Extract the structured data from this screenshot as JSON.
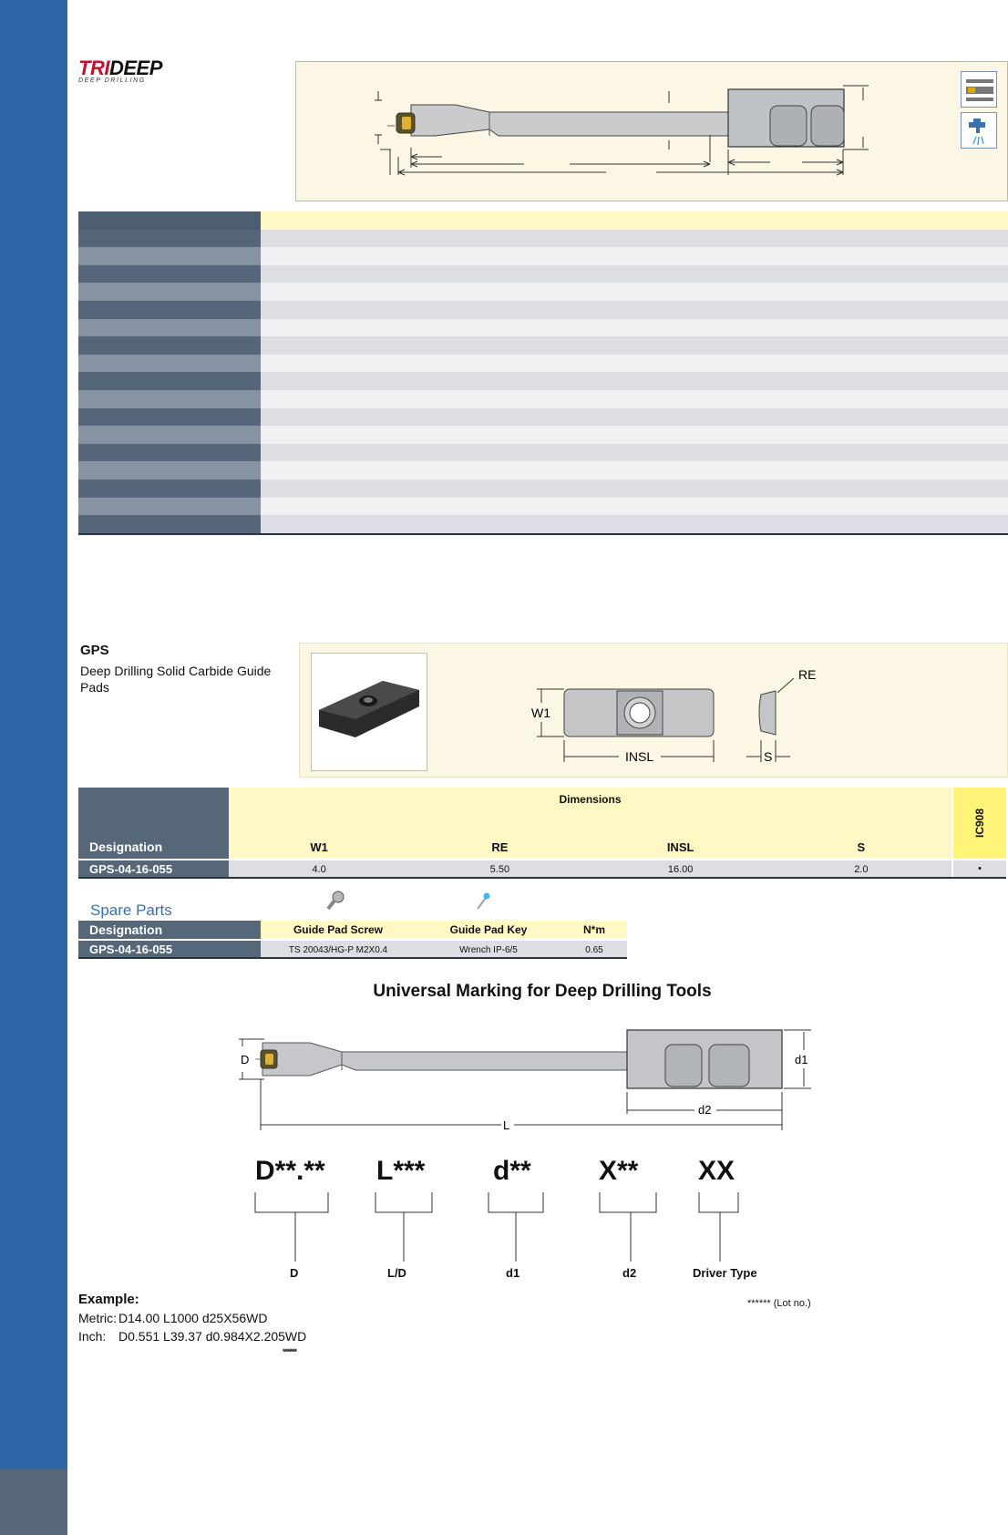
{
  "brand": {
    "logo_red": "TRI",
    "logo_black": "DEEP",
    "logo_sub": "DEEP DRILLING"
  },
  "gps": {
    "code": "GPS",
    "description": "Deep Drilling Solid Carbide Guide Pads",
    "diagram_labels": {
      "w1": "W1",
      "re": "RE",
      "insl": "INSL",
      "s": "S"
    }
  },
  "dimensions_table": {
    "designation_header": "Designation",
    "dimensions_header": "Dimensions",
    "columns": [
      "W1",
      "RE",
      "INSL",
      "S"
    ],
    "grade_header": "IC908",
    "rows": [
      {
        "designation": "GPS-04-16-055",
        "values": [
          "4.0",
          "5.50",
          "16.00",
          "2.0"
        ],
        "grade_mark": "•"
      }
    ]
  },
  "spare_parts": {
    "title": "Spare Parts",
    "headers": [
      "Designation",
      "Guide Pad Screw",
      "Guide Pad Key",
      "N*m"
    ],
    "rows": [
      {
        "designation": "GPS-04-16-055",
        "screw": "TS 20043/HG-P M2X0.4",
        "key": "Wrench IP-6/5",
        "torque": "0.65"
      }
    ]
  },
  "marking": {
    "title": "Universal Marking for Deep Drilling Tools",
    "drawing_labels": {
      "D": "D",
      "d1": "d1",
      "L": "L",
      "d2": "d2"
    },
    "code_parts": [
      "D**.**",
      "L***",
      "d**",
      "X**",
      "XX"
    ],
    "code_labels": [
      "D",
      "L/D",
      "d1",
      "d2",
      "Driver Type"
    ],
    "example_title": "Example:",
    "metric_label": "Metric:",
    "metric_value": "D14.00 L1000 d25X56WD",
    "inch_label": "Inch:",
    "inch_value": "D0.551 L39.37 d0.984X2.205WD",
    "lot_note": "****** (Lot no.)",
    "stars_under": "******"
  },
  "colors": {
    "sidebar": "#2f66a8",
    "header_dark": "#56677a",
    "header_yellow": "#fff8c4",
    "panel_cream": "#fbf7e4",
    "accent_blue": "#3a6fb0"
  }
}
